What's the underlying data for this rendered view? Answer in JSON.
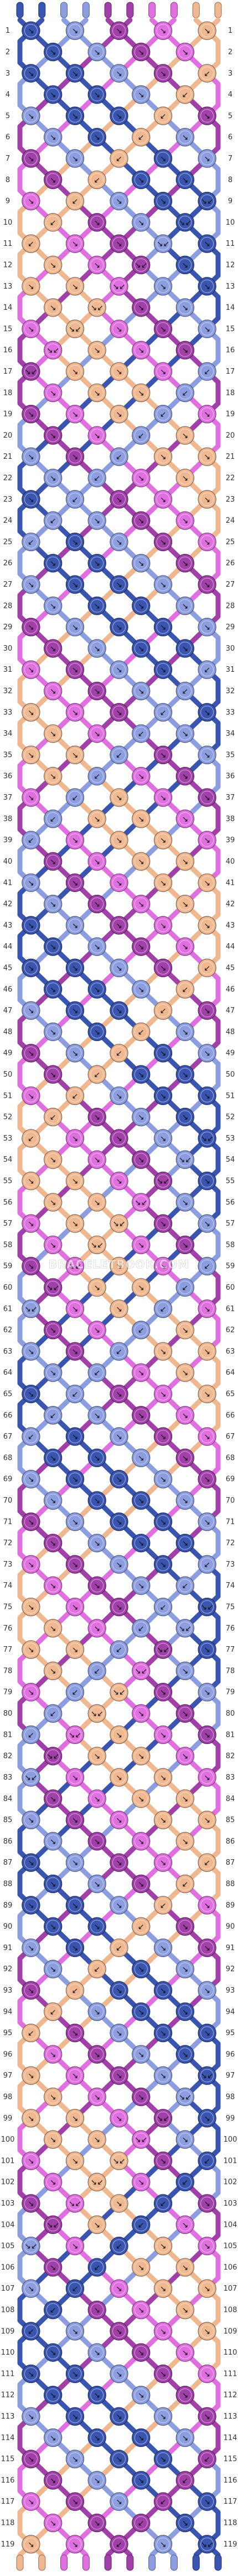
{
  "pattern": {
    "rows": 119,
    "strings": 10,
    "knots_per_pair_row": [
      5,
      4
    ],
    "watermark": "BRACELETBOOK.COM",
    "colors": {
      "A": "#3a55b0",
      "B": "#8c9ee0",
      "C": "#a040a8",
      "D": "#e070e0",
      "E": "#f0b890"
    },
    "string_colors": [
      "A",
      "A",
      "B",
      "B",
      "C",
      "C",
      "D",
      "D",
      "E",
      "E"
    ],
    "knot_symbols": {
      "forward": "↘",
      "backward": "↙",
      "forward_backward": "↘↙",
      "backward_forward": "↙↘"
    }
  }
}
